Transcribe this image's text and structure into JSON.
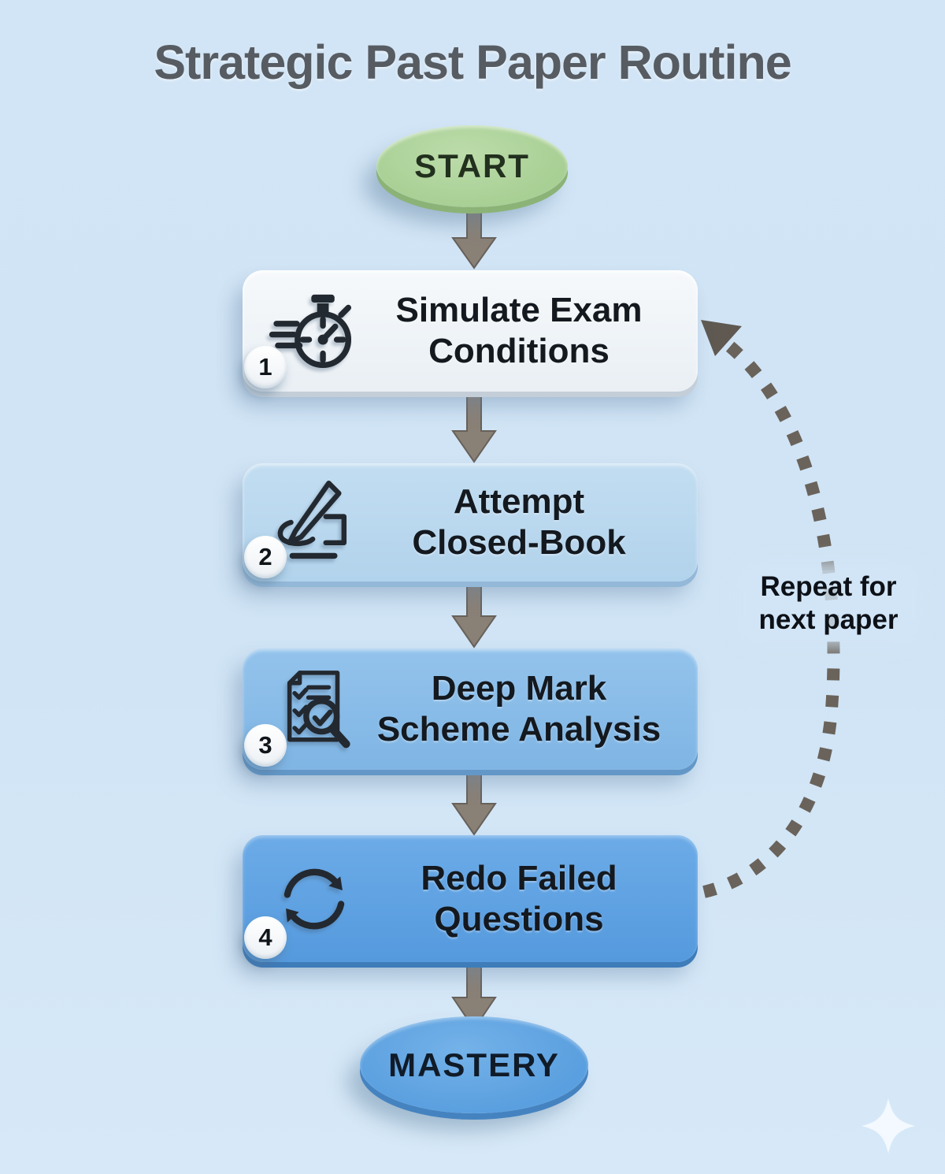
{
  "title": "Strategic Past Paper Routine",
  "start": {
    "label": "START"
  },
  "steps": [
    {
      "number": "1",
      "line1": "Simulate Exam",
      "line2": "Conditions",
      "icon": "stopwatch-speed-icon"
    },
    {
      "number": "2",
      "line1": "Attempt",
      "line2": "Closed-Book",
      "icon": "writing-hand-icon"
    },
    {
      "number": "3",
      "line1": "Deep Mark",
      "line2": "Scheme Analysis",
      "icon": "checklist-magnifier-icon"
    },
    {
      "number": "4",
      "line1": "Redo Failed",
      "line2": "Questions",
      "icon": "redo-cycle-icon"
    }
  ],
  "mastery": {
    "label": "MASTERY"
  },
  "loop_label": {
    "line1": "Repeat for",
    "line2": "next paper"
  },
  "colors": {
    "bg": "#d2e5f6",
    "title": "#575c63",
    "start": "#a8cf94",
    "startEdge": "#8cb377",
    "step1": "#eff4f8",
    "step1Edge": "#c3ced8",
    "step2": "#b2d3ec",
    "step2Edge": "#93b8d8",
    "step3": "#7fb5e4",
    "step3Edge": "#6397c7",
    "step4": "#559ade",
    "step4Edge": "#3e7cba",
    "mastery": "#5a9fdf",
    "masteryEdge": "#4583c0",
    "arrow": "#8a8176",
    "dash": "#6a635b"
  }
}
